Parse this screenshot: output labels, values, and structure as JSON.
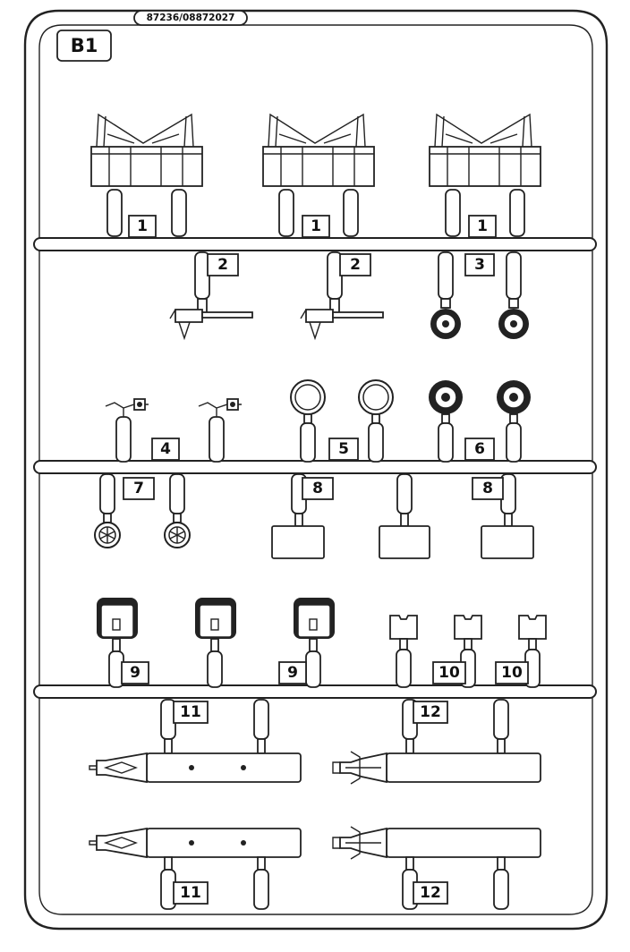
{
  "sprue": {
    "name": "B1",
    "part_code": "87236/08872027"
  },
  "part_labels": {
    "p1a": "1",
    "p1b": "1",
    "p1c": "1",
    "p2a": "2",
    "p2b": "2",
    "p3": "3",
    "p4": "4",
    "p5": "5",
    "p6": "6",
    "p7": "7",
    "p8a": "8",
    "p8b": "8",
    "p9a": "9",
    "p9b": "9",
    "p10a": "10",
    "p10b": "10",
    "p11a": "11",
    "p11b": "11",
    "p12a": "12",
    "p12b": "12"
  }
}
